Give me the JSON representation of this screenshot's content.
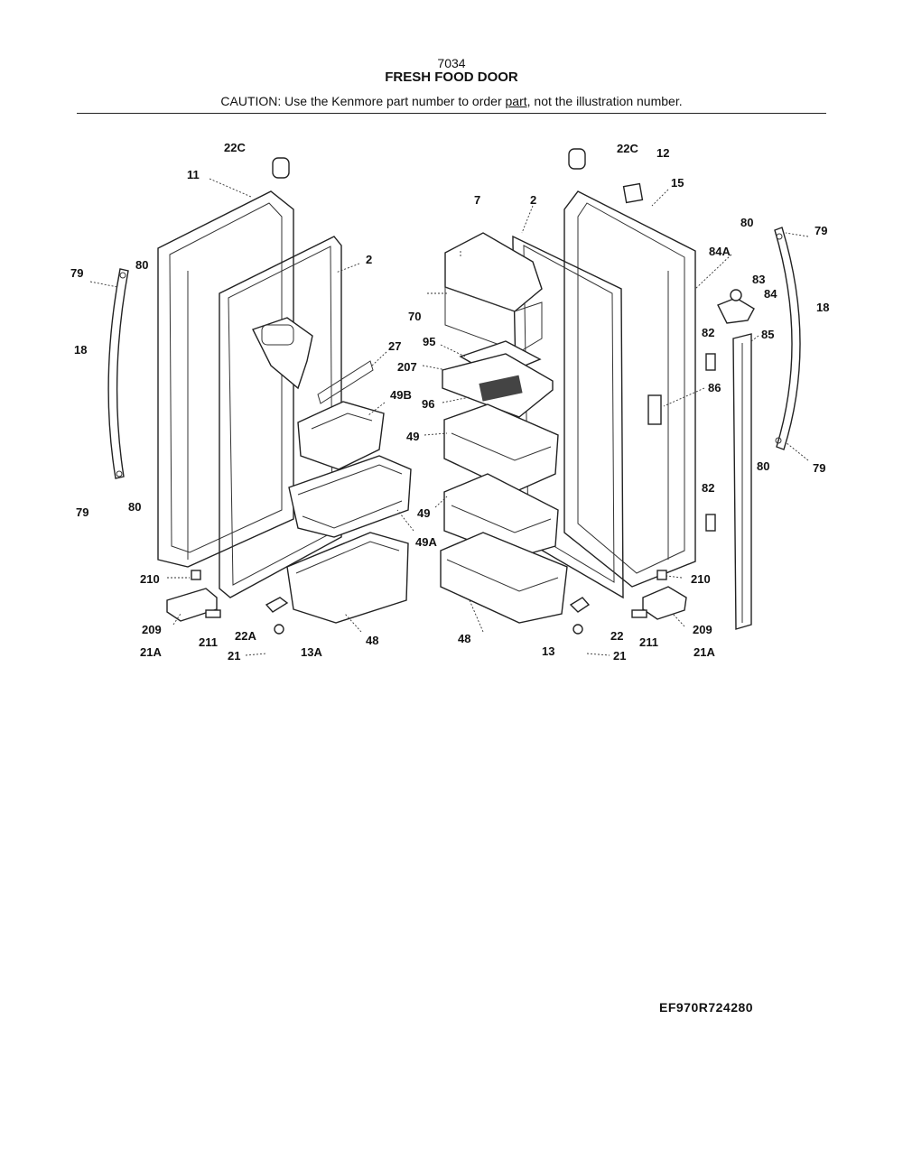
{
  "header": {
    "number": "7034",
    "title": "FRESH FOOD DOOR",
    "caution_prefix": "CAUTION: Use the Kenmore part number to order ",
    "caution_link": "part",
    "caution_suffix": ", not the illustration number."
  },
  "callouts": {
    "c22C_left": "22C",
    "c11": "11",
    "c2_left": "2",
    "c79_tl": "79",
    "c80_tl": "80",
    "c18_left": "18",
    "c27": "27",
    "c49B": "49B",
    "c79_bl": "79",
    "c80_bl": "80",
    "c49A": "49A",
    "c210_left": "210",
    "c209_left": "209",
    "c21A_left": "21A",
    "c211_left": "211",
    "c22A": "22A",
    "c21_left": "21",
    "c13A": "13A",
    "c48_left": "48",
    "c22C_right": "22C",
    "c12": "12",
    "c15": "15",
    "c7": "7",
    "c2_right": "2",
    "c70": "70",
    "c95": "95",
    "c207": "207",
    "c96": "96",
    "c49_upper": "49",
    "c49_lower": "49",
    "c48_right": "48",
    "c13": "13",
    "c22": "22",
    "c21_right": "21",
    "c211_right": "211",
    "c21A_right": "21A",
    "c209_right": "209",
    "c210_right": "210",
    "c80_tr": "80",
    "c79_tr": "79",
    "c84A": "84A",
    "c83": "83",
    "c84": "84",
    "c18_right": "18",
    "c85": "85",
    "c82_upper": "82",
    "c86": "86",
    "c80_br": "80",
    "c79_br": "79",
    "c82_lower": "82"
  },
  "footer": {
    "code": "EF970R724280"
  }
}
